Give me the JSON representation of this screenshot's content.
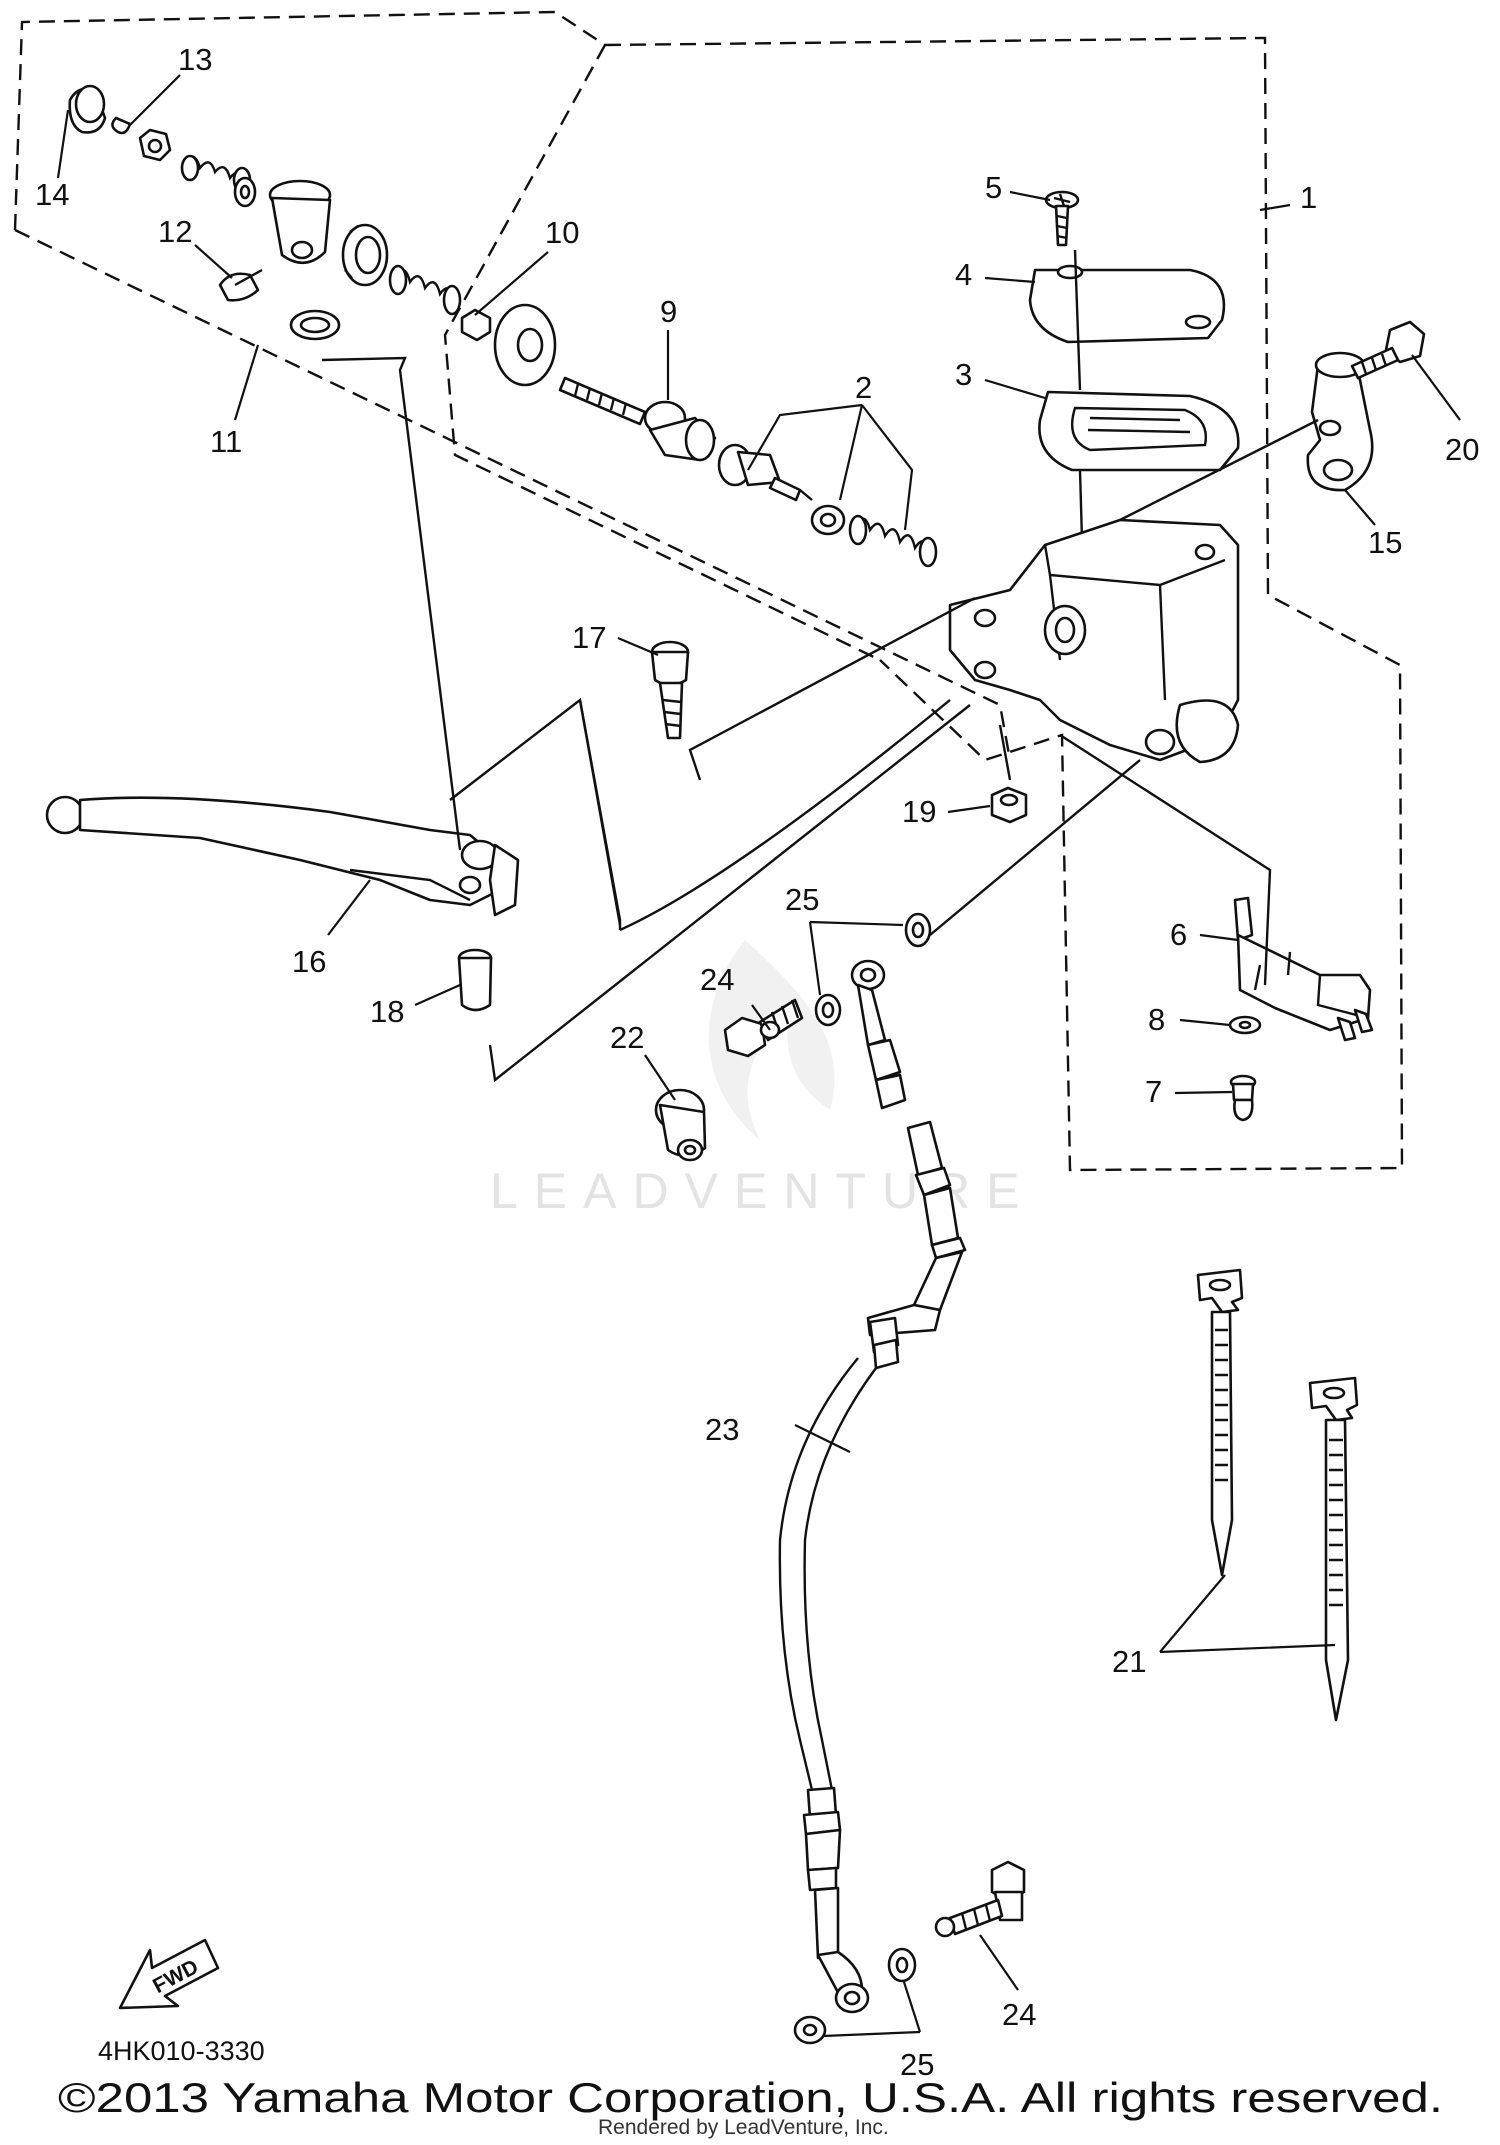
{
  "diagram": {
    "code": "4HK010-3330",
    "copyright": "©2013 Yamaha Motor Corporation, U.S.A. All rights reserved.",
    "rendered_by": "Rendered by LeadVenture, Inc.",
    "watermark": "LEADVENTURE",
    "direction_label": "FWD"
  },
  "callouts": [
    {
      "id": "c1",
      "label": "1"
    },
    {
      "id": "c2",
      "label": "2"
    },
    {
      "id": "c3",
      "label": "3"
    },
    {
      "id": "c4",
      "label": "4"
    },
    {
      "id": "c5",
      "label": "5"
    },
    {
      "id": "c6",
      "label": "6"
    },
    {
      "id": "c7",
      "label": "7"
    },
    {
      "id": "c8",
      "label": "8"
    },
    {
      "id": "c9",
      "label": "9"
    },
    {
      "id": "c10",
      "label": "10"
    },
    {
      "id": "c11",
      "label": "11"
    },
    {
      "id": "c12",
      "label": "12"
    },
    {
      "id": "c13",
      "label": "13"
    },
    {
      "id": "c14",
      "label": "14"
    },
    {
      "id": "c15",
      "label": "15"
    },
    {
      "id": "c16",
      "label": "16"
    },
    {
      "id": "c17",
      "label": "17"
    },
    {
      "id": "c18",
      "label": "18"
    },
    {
      "id": "c19",
      "label": "19"
    },
    {
      "id": "c20",
      "label": "20"
    },
    {
      "id": "c21",
      "label": "21"
    },
    {
      "id": "c22",
      "label": "22"
    },
    {
      "id": "c23",
      "label": "23"
    },
    {
      "id": "c24a",
      "label": "24"
    },
    {
      "id": "c24b",
      "label": "24"
    },
    {
      "id": "c25a",
      "label": "25"
    },
    {
      "id": "c25b",
      "label": "25"
    }
  ]
}
